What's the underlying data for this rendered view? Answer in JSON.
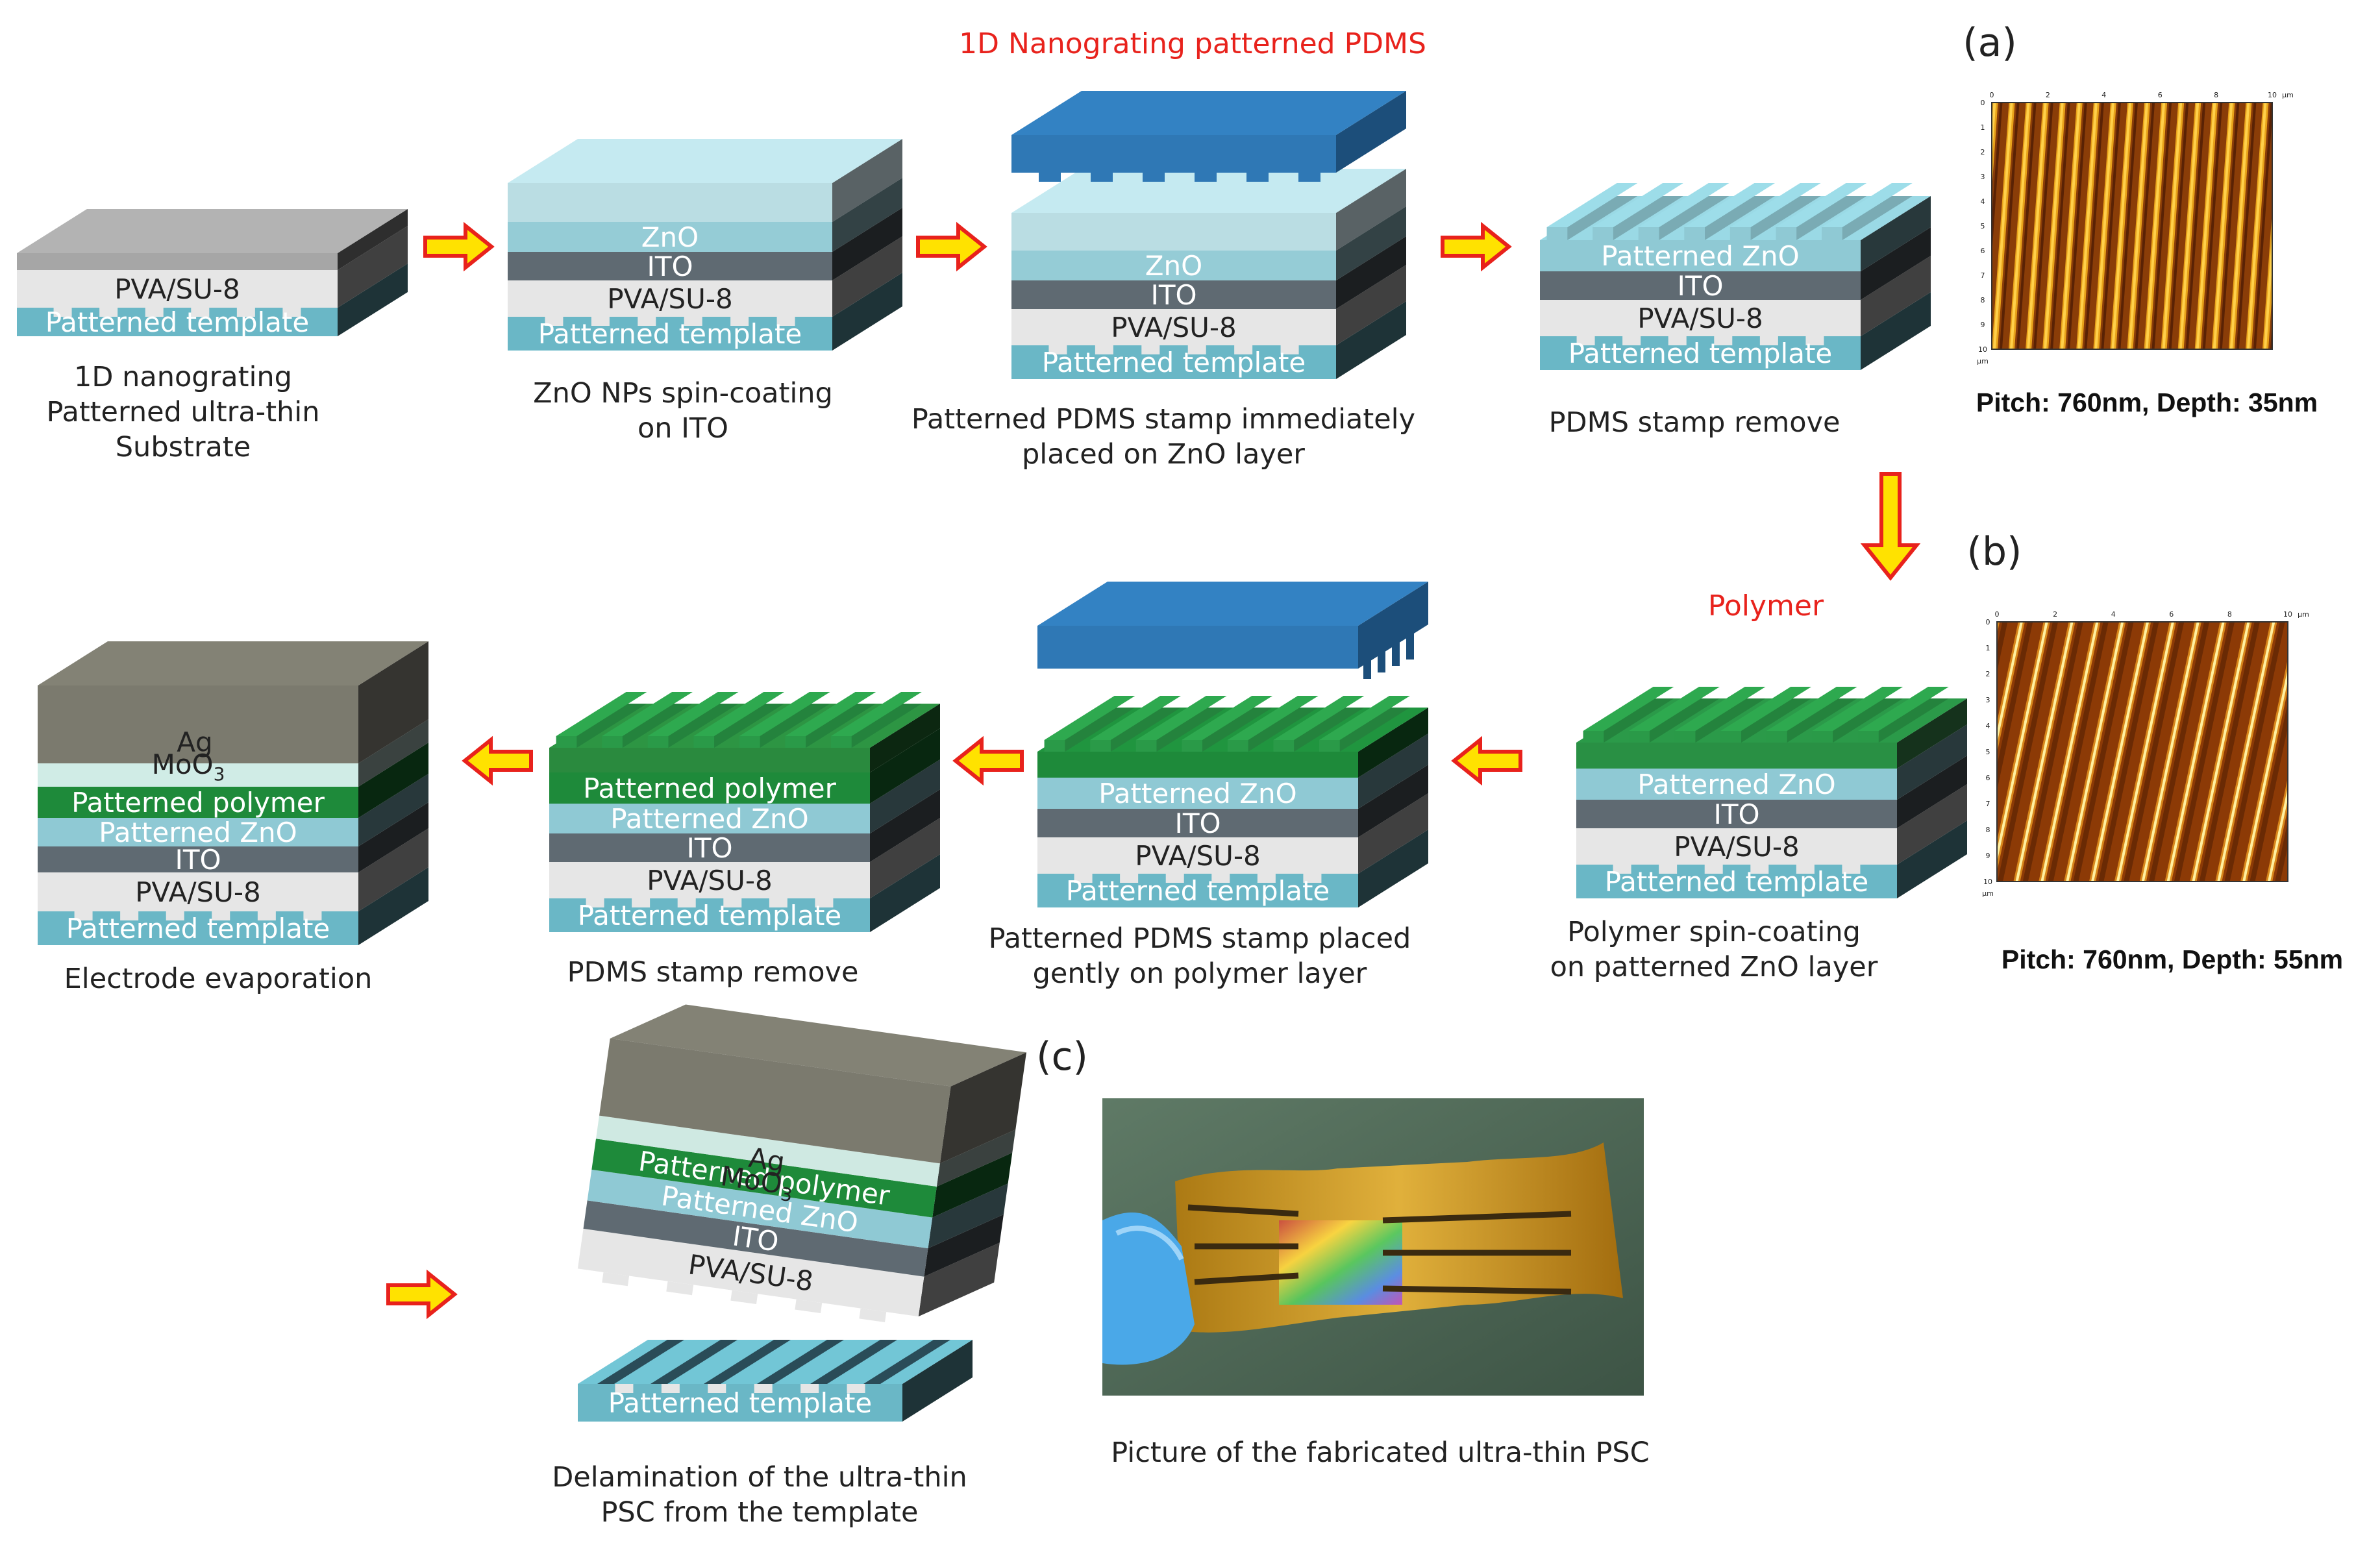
{
  "title_pdms": "1D Nanograting patterned PDMS",
  "title_polymer": "Polymer",
  "colors": {
    "template": "#6ab7c6",
    "pva": "#e6e6e6",
    "ito": "#5f6a72",
    "zno": "#8fc9d4",
    "polymer": "#1e8a3a",
    "pdms": "#2f78b5",
    "electrode": "#6d6b5e",
    "arrow_fill": "#ffe200",
    "arrow_stroke": "#e8221c",
    "caption_red": "#e8221c"
  },
  "layers": {
    "pva_su8": "PVA/SU-8",
    "template": "Patterned template",
    "zno": "ZnO",
    "ito": "ITO",
    "patterned_zno": "Patterned ZnO",
    "patterned_polymer": "Patterned polymer",
    "ag": "Ag",
    "moo3": "MoO",
    "moo3_sub": "3"
  },
  "steps": [
    {
      "caption": [
        "1D nanograting",
        "Patterned ultra-thin",
        "Substrate"
      ]
    },
    {
      "caption": [
        "ZnO NPs spin-coating",
        "on ITO"
      ]
    },
    {
      "caption": [
        "Patterned PDMS stamp immediately",
        "placed on ZnO layer"
      ]
    },
    {
      "caption": [
        "PDMS stamp remove"
      ]
    },
    {
      "caption": [
        "Polymer spin-coating",
        "on patterned ZnO layer"
      ]
    },
    {
      "caption": [
        "Patterned PDMS stamp placed",
        "gently on polymer layer"
      ]
    },
    {
      "caption": [
        "PDMS stamp remove"
      ]
    },
    {
      "caption": [
        "Electrode evaporation"
      ]
    },
    {
      "caption": [
        "Delamination of the ultra-thin",
        "PSC from the template"
      ]
    }
  ],
  "panels": {
    "a": {
      "label": "(a)",
      "caption": "Pitch: 760nm, Depth: 35nm"
    },
    "b": {
      "label": "(b)",
      "caption": "Pitch: 760nm, Depth: 55nm"
    },
    "c": {
      "label": "(c)"
    }
  },
  "afm_ticks": [
    "0",
    "2",
    "4",
    "6",
    "8",
    "10"
  ],
  "afm_unit": "µm",
  "photo_caption": "Picture of the fabricated ultra-thin PSC"
}
